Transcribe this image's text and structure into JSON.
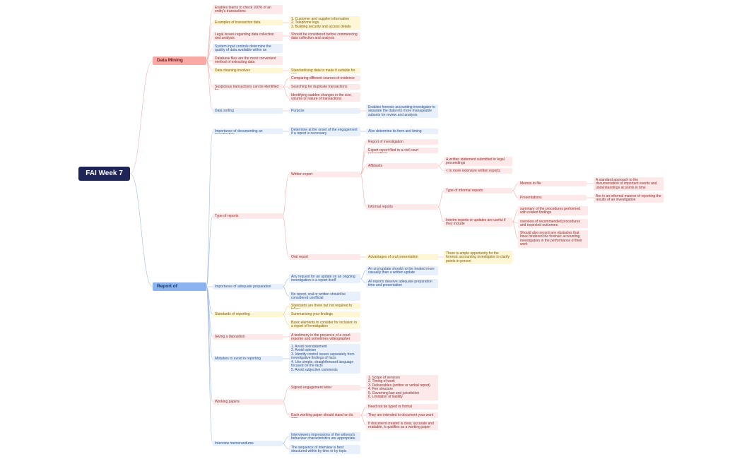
{
  "root": "FAI Week 7",
  "branches": {
    "data_mining": {
      "label": "Data Mining",
      "n1": "Enables teams to check 100% of an entity's transactions",
      "n2": "Examples of transaction data",
      "n2_detail": "1. Customer and supplier information\n2. Telephone logs\n3. Building security and access details",
      "n3": "Legal issues regarding data collection and analysis",
      "n3_detail": "Should be considered before commencing data collection and analysis",
      "n4": "System input controls determine the quality of data available within an organization",
      "n5": "Database files are the most convenient method of extracting data",
      "n6": "Data cleaning involves",
      "n6_detail": "Standardising data to make it suitable for use",
      "n7": "Suspicious transactions can be identified by",
      "n7_a": "Comparing different sources of evidence",
      "n7_b": "Searching for duplicate transactions",
      "n7_c": "Identifying sudden changes in the size, volume or nature of transactions",
      "n8": "Data sorting",
      "n8_a": "Purpose",
      "n8_b": "Enables forensic accounting investigator to separate the data into more manageable subsets for review and analysis"
    },
    "report": {
      "label": "Report of investigation",
      "importance_doc": "Importance of documenting an investigation",
      "importance_doc_a": "Determine at the onset of the engagement if a report is necessary",
      "importance_doc_b": "Also determine its form and timing",
      "types": "Type of reports",
      "written": "Written report",
      "w1": "Report of investigation",
      "w2": "Expert report filed in a civil court proceedings",
      "affidavits": "Affidavits",
      "aff_a": "A written statement submitted in legal proceedings",
      "aff_b": "< to more extensive written reports",
      "informal": "Informal reports",
      "type_informal": "Type of informal reports",
      "memos": "Memos to file",
      "memos_detail": "A standard approach to the documentation of important events and understandings at points in time",
      "presentations": "Presentations",
      "presentations_detail": "Are in an informal manner of reporting the results of an investigation",
      "interim": "Interim reports or updates are useful if they include",
      "interim_a": "summary of the procedures performed with related findings",
      "interim_b": "overview of recommended procedures and expected outcomes",
      "interim_c": "Should also record any obstacles that have hindered the forensic accounting investigators in the performance of their work",
      "oral": "Oral report",
      "oral_adv": "Advantages of oral presentation",
      "oral_adv_detail": "There is ample opportunity for the forensic accounting investigator to clarify points in-person",
      "prep": "Importance of adequate preparation",
      "prep_a": "Any request for an update on an ongoing investigation is a report itself",
      "prep_a1": "An oral update should not be treated more casually than a written update",
      "prep_a2": "All reports deserve adequate preparation time and presentation",
      "prep_b": "No report, oral or written should be considered unofficial",
      "standards": "Standards of reporting",
      "std_a": "Standards are there but not required to follow",
      "std_b": "Summarising your findings",
      "std_c": "Basic elements to consider for inclusion in a report of investigation",
      "deposition": "Giving a deposition",
      "deposition_detail": "A testimony in the presence of a court reporter and sometimes videographer",
      "mistakes": "Mistakes to avoid in reporting",
      "mistakes_detail": "1. Avoid overstatement\n2. Avoid opinion\n3. Identify control issues separately from investigative findings of facts\n4. Use simple, straightforward language focused on the facts\n5. Avoid subjective comments",
      "working": "Working papers",
      "signed": "Signed engagement letter",
      "signed_detail": "1. Scope of services\n2. Timing of work\n3. Deliverables (written or verbal report)\n4. Fee structure\n5. Governing law and jurisdiction\n6. Limitation of liability",
      "each_wp": "Each working paper should stand on its own",
      "wp_a": "Need not be typed or formal",
      "wp_b": "They are intended to document your work",
      "wp_c": "If document created is clear, accurate and readable, it qualifies as a working paper",
      "interview": "Interview memorandums",
      "int_a": "Interviewers impressions of the witness's behaviour characteristics are appropriate",
      "int_b": "The sequence of interview is best structured within by time or by topic"
    }
  }
}
